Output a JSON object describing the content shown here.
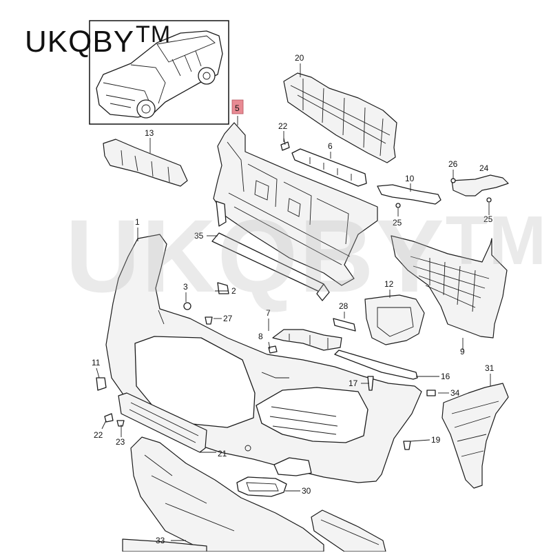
{
  "brand": {
    "name": "UKQBY",
    "trademark": "TM"
  },
  "watermark": {
    "text": "UKQBY",
    "trademark": "TM"
  },
  "highlight_color": "#e88a93",
  "callouts": [
    "20",
    "5",
    "22",
    "6",
    "13",
    "26",
    "24",
    "10",
    "25",
    "25",
    "1",
    "35",
    "3",
    "2",
    "12",
    "27",
    "28",
    "7",
    "8",
    "9",
    "11",
    "17",
    "16",
    "34",
    "31",
    "22",
    "23",
    "21",
    "19",
    "30",
    "33"
  ]
}
